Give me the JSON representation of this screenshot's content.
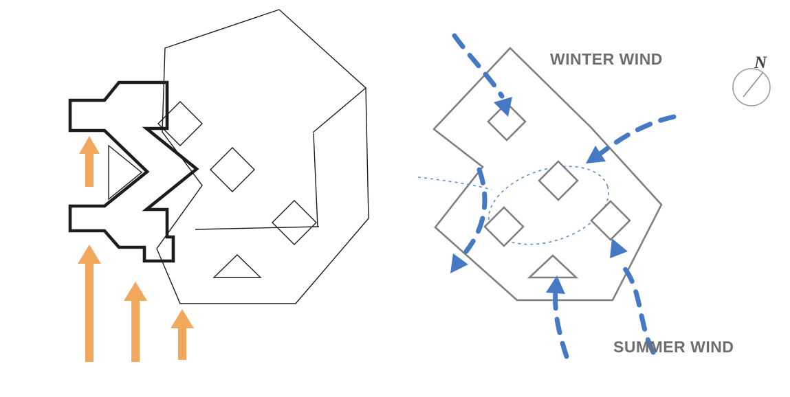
{
  "right_diagram": {
    "winter_label": "WINTER WIND",
    "summer_label": "SUMMER WIND",
    "compass_north": "N"
  },
  "colors": {
    "arrow_orange": "#F2A85C",
    "wind_blue": "#4579C4",
    "plan_gray": "#7F7F7F",
    "outline_black": "#1C1C1C",
    "label_gray": "#6E6E6E",
    "compass_gray": "#9B9B9B",
    "dotted_blue": "#5B8BD0",
    "north_gray": "#3F3F3F"
  }
}
